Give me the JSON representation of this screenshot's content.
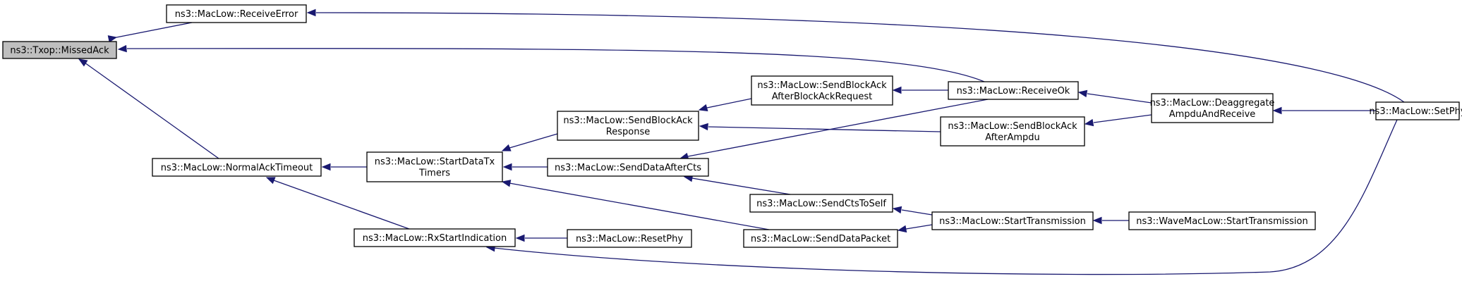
{
  "graph": {
    "nodes": [
      {
        "id": "missedack",
        "lines": [
          "ns3::Txop::MissedAck"
        ],
        "root": true
      },
      {
        "id": "recverr",
        "lines": [
          "ns3::MacLow::ReceiveError"
        ]
      },
      {
        "id": "normalack",
        "lines": [
          "ns3::MacLow::NormalAckTimeout"
        ]
      },
      {
        "id": "startdatatx",
        "lines": [
          "ns3::MacLow::StartDataTx",
          "Timers"
        ]
      },
      {
        "id": "rxstart",
        "lines": [
          "ns3::MacLow::RxStartIndication"
        ]
      },
      {
        "id": "sbaresp",
        "lines": [
          "ns3::MacLow::SendBlockAck",
          "Response"
        ]
      },
      {
        "id": "senddatacts",
        "lines": [
          "ns3::MacLow::SendDataAfterCts"
        ]
      },
      {
        "id": "senddatapkt",
        "lines": [
          "ns3::MacLow::SendDataPacket"
        ]
      },
      {
        "id": "resetphy",
        "lines": [
          "ns3::MacLow::ResetPhy"
        ]
      },
      {
        "id": "sbabar",
        "lines": [
          "ns3::MacLow::SendBlockAck",
          "AfterBlockAckRequest"
        ]
      },
      {
        "id": "sbaampdu",
        "lines": [
          "ns3::MacLow::SendBlockAck",
          "AfterAmpdu"
        ]
      },
      {
        "id": "sendcts",
        "lines": [
          "ns3::MacLow::SendCtsToSelf"
        ]
      },
      {
        "id": "recvok",
        "lines": [
          "ns3::MacLow::ReceiveOk"
        ]
      },
      {
        "id": "starttx",
        "lines": [
          "ns3::MacLow::StartTransmission"
        ]
      },
      {
        "id": "deagg",
        "lines": [
          "ns3::MacLow::Deaggregate",
          "AmpduAndReceive"
        ]
      },
      {
        "id": "wavestart",
        "lines": [
          "ns3::WaveMacLow::StartTransmission"
        ]
      },
      {
        "id": "setphy",
        "lines": [
          "ns3::MacLow::SetPhy"
        ]
      }
    ],
    "edges": [
      {
        "from": "missedack",
        "to": "recverr"
      },
      {
        "from": "missedack",
        "to": "recvok"
      },
      {
        "from": "missedack",
        "to": "normalack"
      },
      {
        "from": "recverr",
        "to": "setphy"
      },
      {
        "from": "normalack",
        "to": "startdatatx"
      },
      {
        "from": "normalack",
        "to": "rxstart"
      },
      {
        "from": "startdatatx",
        "to": "sbaresp"
      },
      {
        "from": "startdatatx",
        "to": "senddatacts"
      },
      {
        "from": "startdatatx",
        "to": "senddatapkt"
      },
      {
        "from": "rxstart",
        "to": "resetphy"
      },
      {
        "from": "rxstart",
        "to": "setphy"
      },
      {
        "from": "sbaresp",
        "to": "sbabar"
      },
      {
        "from": "sbaresp",
        "to": "sbaampdu"
      },
      {
        "from": "senddatacts",
        "to": "recvok"
      },
      {
        "from": "senddatacts",
        "to": "sendcts"
      },
      {
        "from": "senddatapkt",
        "to": "starttx"
      },
      {
        "from": "sbabar",
        "to": "recvok"
      },
      {
        "from": "sbaampdu",
        "to": "deagg"
      },
      {
        "from": "sendcts",
        "to": "starttx"
      },
      {
        "from": "recvok",
        "to": "deagg"
      },
      {
        "from": "starttx",
        "to": "wavestart"
      },
      {
        "from": "deagg",
        "to": "setphy"
      }
    ],
    "colors": {
      "edge": "#191970",
      "root_fill": "#bfbfbf",
      "node_fill": "#ffffff"
    }
  }
}
